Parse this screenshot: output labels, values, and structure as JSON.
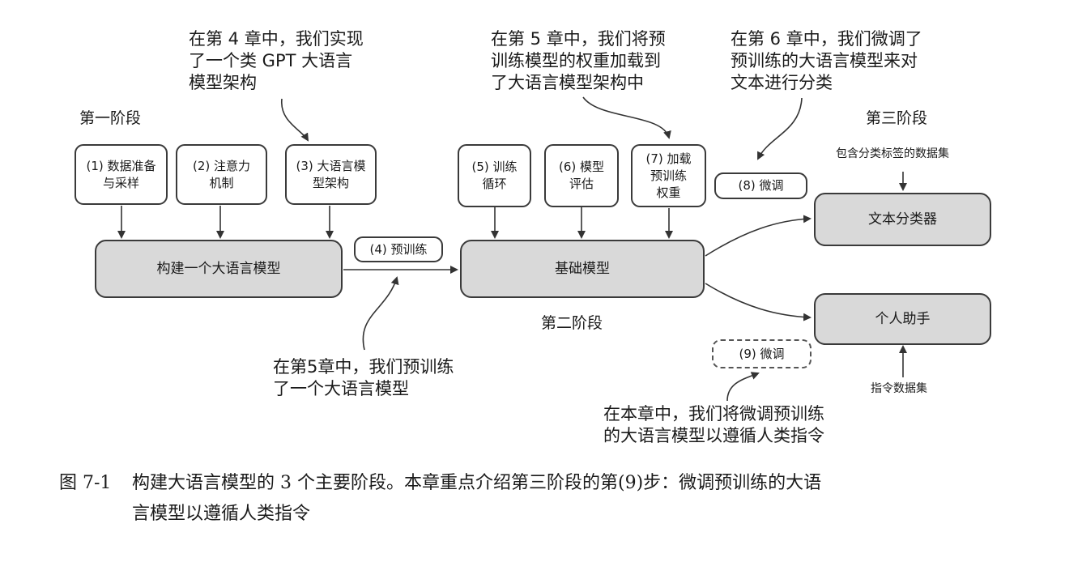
{
  "stages": {
    "stage1": "第一阶段",
    "stage2": "第二阶段",
    "stage3": "第三阶段"
  },
  "notes": {
    "ch4": "在第 4 章中，我们实现\n了一个类 GPT 大语言\n模型架构",
    "ch5_weights": "在第 5 章中，我们将预\n训练模型的权重加载到\n了大语言模型架构中",
    "ch6": "在第 6 章中，我们微调了\n预训练的大语言模型来对\n文本进行分类",
    "ch5_pretrain": "在第5章中，我们预训练\n了一个大语言模型",
    "this_chapter": "在本章中，我们将微调预训练\n的大语言模型以遵循人类指令"
  },
  "steps": {
    "s1": "(1) 数据准备\n与采样",
    "s2": "(2) 注意力\n机制",
    "s3": "(3) 大语言模\n型架构",
    "s4": "(4) 预训练",
    "s5": "(5) 训练\n循环",
    "s6": "(6) 模型\n评估",
    "s7": "(7) 加载\n预训练\n权重",
    "s8": "(8) 微调",
    "s9": "(9) 微调"
  },
  "blocks": {
    "build": "构建一个大语言模型",
    "foundation": "基础模型",
    "classifier": "文本分类器",
    "assistant": "个人助手"
  },
  "datasets": {
    "class_labels": "包含分类标签的数据集",
    "instruction": "指令数据集"
  },
  "caption": {
    "number": "图 7-1",
    "line1": "构建大语言模型的 3 个主要阶段。本章重点介绍第三阶段的第(9)步：微调预训练的大语",
    "line2": "言模型以遵循人类指令"
  },
  "colors": {
    "box_fill": "#d9d9d9",
    "stroke": "#3a3a3a",
    "text": "#1a1a1a"
  }
}
